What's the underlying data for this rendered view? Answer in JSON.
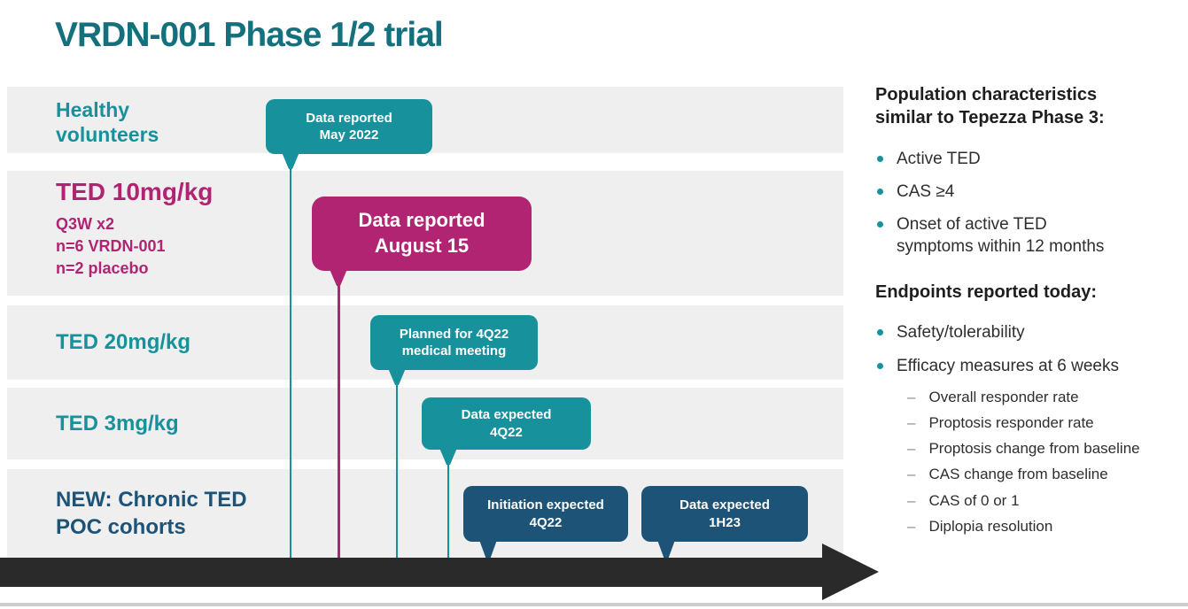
{
  "title": "VRDN-001 Phase 1/2 trial",
  "colors": {
    "teal": "#17919B",
    "title_teal": "#15707D",
    "magenta": "#B02472",
    "navy": "#1D5377",
    "row_band_bg": "#EFEFEF",
    "arrow_black": "#2A2A2A",
    "body_text": "#2E2E2E"
  },
  "rows": [
    {
      "label": "Healthy\nvolunteers"
    },
    {
      "label": "TED 10mg/kg",
      "sublabel": "Q3W x2\nn=6 VRDN-001\nn=2 placebo"
    },
    {
      "label": "TED 20mg/kg"
    },
    {
      "label": "TED 3mg/kg"
    },
    {
      "label": "NEW: Chronic TED\nPOC cohorts"
    }
  ],
  "bubbles": [
    {
      "text": "Data reported\nMay 2022",
      "color": "teal"
    },
    {
      "text": "Data reported\nAugust 15",
      "color": "magenta"
    },
    {
      "text": "Planned for 4Q22\nmedical meeting",
      "color": "teal"
    },
    {
      "text": "Data expected\n4Q22",
      "color": "teal"
    },
    {
      "text": "Initiation expected\n4Q22",
      "color": "navy"
    },
    {
      "text": "Data expected\n1H23",
      "color": "navy"
    }
  ],
  "right": {
    "sub_marker": "–",
    "sections": [
      {
        "heading": "Population characteristics\nsimilar to Tepezza Phase 3:",
        "bullets": [
          "Active TED",
          "CAS ≥4",
          "Onset of active TED\nsymptoms within 12 months"
        ]
      },
      {
        "heading": "Endpoints reported today:",
        "bullets": [
          "Safety/tolerability",
          "Efficacy measures at 6 weeks"
        ],
        "subbullets": [
          "Overall responder rate",
          "Proptosis responder rate",
          "Proptosis change from baseline",
          "CAS change from baseline",
          "CAS of 0 or 1",
          "Diplopia resolution"
        ]
      }
    ]
  }
}
